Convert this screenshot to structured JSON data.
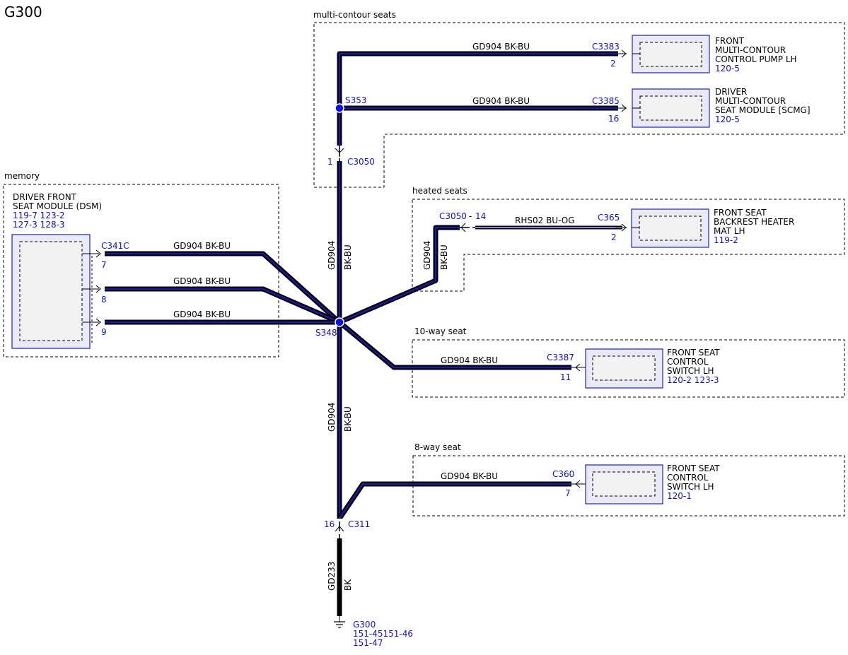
{
  "diagram": {
    "title": "G300",
    "groups": {
      "multi_contour": "multi-contour seats",
      "memory": "memory",
      "heated": "heated seats",
      "ten_way": "10-way seat",
      "eight_way": "8-way seat"
    },
    "components": {
      "pump": {
        "lines": [
          "FRONT",
          "MULTI-CONTOUR",
          "CONTROL PUMP LH"
        ],
        "ref": "120-5",
        "connector": "C3383",
        "pin": "2"
      },
      "scmg": {
        "lines": [
          "DRIVER",
          "MULTI-CONTOUR",
          "SEAT MODULE [SCMG]"
        ],
        "ref": "120-5",
        "connector": "C3385",
        "pin": "16"
      },
      "dsm": {
        "lines": [
          "DRIVER FRONT",
          "SEAT MODULE (DSM)"
        ],
        "refs": [
          "119-7 123-2",
          "127-3 128-3"
        ],
        "connector": "C341C",
        "pins": [
          "7",
          "8",
          "9"
        ]
      },
      "heater": {
        "lines": [
          "FRONT SEAT",
          "BACKREST HEATER",
          "MAT LH"
        ],
        "ref": "119-2",
        "connector": "C365",
        "pin": "2"
      },
      "switch10": {
        "lines": [
          "FRONT SEAT",
          "CONTROL",
          "SWITCH LH"
        ],
        "ref": "120-2 123-3",
        "connector": "C3387",
        "pin": "11"
      },
      "switch8": {
        "lines": [
          "FRONT SEAT",
          "CONTROL",
          "SWITCH LH"
        ],
        "ref": "120-1",
        "connector": "C360",
        "pin": "7"
      }
    },
    "wires": {
      "gd904_label": "GD904  BK-BU",
      "gd904_circuit": "GD904",
      "gd904_color": "BK-BU",
      "rhs02_label": "RHS02  BU-OG",
      "gd233_circuit": "GD233",
      "gd233_color": "BK"
    },
    "splices": {
      "s353": "S353",
      "s348": "S348"
    },
    "inline_connectors": {
      "c3050_pin1": "1",
      "c3050_name": "C3050",
      "c3050_heat": "C3050",
      "c3050_heat_pin": "14",
      "c3050_heat_dash": "-",
      "c311_pin": "16",
      "c311_name": "C311"
    },
    "ground": {
      "name": "G300",
      "refs": [
        "151-45151-46",
        "151-47"
      ]
    },
    "colors": {
      "wire_core": "#1a1aa0",
      "wire_jacket": "#000000",
      "label_blue": "#1010d0",
      "splice": "#1010e0",
      "component_fill": "#e9e9f7"
    }
  }
}
